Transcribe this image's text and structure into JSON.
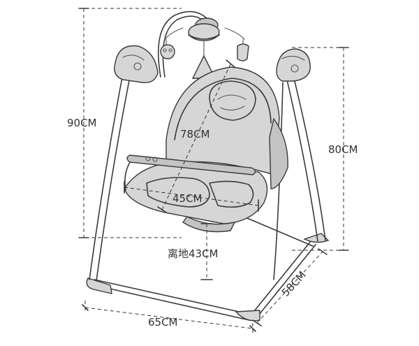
{
  "diagram": {
    "labels": {
      "total_height": "90CM",
      "frame_height": "80CM",
      "seat_length": "78CM",
      "seat_width": "45CM",
      "ground_clearance": "离地43CM",
      "base_width": "65CM",
      "base_depth": "58CM"
    },
    "colors": {
      "line": "#3a3a3a",
      "fill": "#d6d6d6",
      "fill_dark": "#c4c4c4",
      "background": "#ffffff"
    }
  }
}
